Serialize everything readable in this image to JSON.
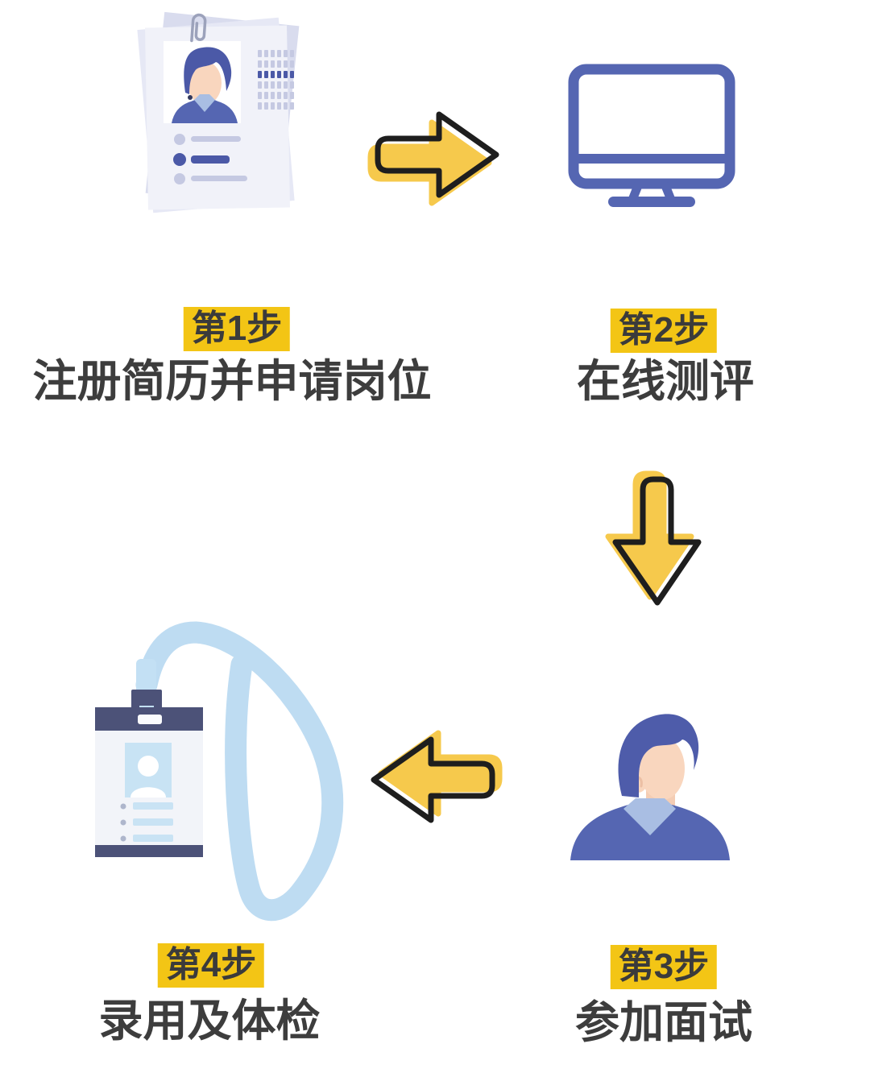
{
  "page": {
    "background": "#ffffff",
    "type": "recruitment-process-flow"
  },
  "colors": {
    "highlight_yellow": "#F3C515",
    "arrow_yellow": "#F6C94C",
    "arrow_outline": "#1e1e1e",
    "indigo": "#5566B2",
    "hair_indigo": "#4B59A7",
    "navy": "#4C5278",
    "text_dark": "#3d3d3d",
    "lavender": "#DDE0F0",
    "lanyard_blue": "#BEDCF2",
    "photo_blue": "#C8E3F4",
    "face_skin": "#F9D6BE",
    "collar_blue": "#A9BEE3"
  },
  "steps": [
    {
      "number": 1,
      "label": "第1步",
      "desc": "注册简历并申请岗位",
      "icon": "resume-documents-icon"
    },
    {
      "number": 2,
      "label": "第2步",
      "desc": "在线测评",
      "icon": "computer-monitor-icon"
    },
    {
      "number": 3,
      "label": "第3步",
      "desc": "参加面试",
      "icon": "person-icon"
    },
    {
      "number": 4,
      "label": "第4步",
      "desc": "录用及体检",
      "icon": "id-badge-lanyard-icon"
    }
  ],
  "arrows": [
    {
      "direction": "right",
      "from": 1,
      "to": 2
    },
    {
      "direction": "down",
      "from": 2,
      "to": 3
    },
    {
      "direction": "left",
      "from": 3,
      "to": 4
    }
  ]
}
